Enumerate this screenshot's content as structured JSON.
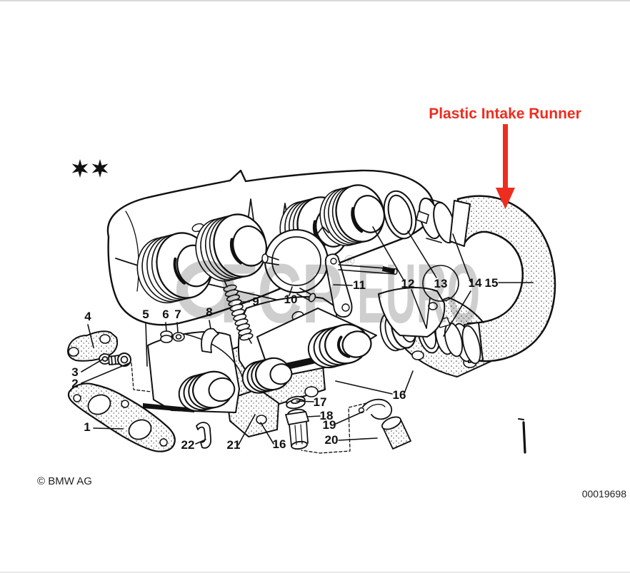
{
  "annotation": {
    "label": "Plastic Intake Runner",
    "color": "#ee2d1f"
  },
  "watermark": {
    "brand_first": "FCP",
    "registered": "®",
    "brand_second": "EURO",
    "color": "#c2c2c2"
  },
  "markers": {
    "quality_stars": 2
  },
  "footer": {
    "copyright": "© BMW AG",
    "diagram_number": "00019698"
  },
  "colors": {
    "line": "#111111",
    "background": "#ffffff"
  },
  "part_labels": [
    {
      "text": "1"
    },
    {
      "text": "2"
    },
    {
      "text": "3"
    },
    {
      "text": "4"
    },
    {
      "text": "5"
    },
    {
      "text": "6"
    },
    {
      "text": "7"
    },
    {
      "text": "8"
    },
    {
      "text": "9"
    },
    {
      "text": "10"
    },
    {
      "text": "11"
    },
    {
      "text": "12"
    },
    {
      "text": "13"
    },
    {
      "text": "14"
    },
    {
      "text": "15"
    },
    {
      "text": "16"
    },
    {
      "text": "16"
    },
    {
      "text": "17"
    },
    {
      "text": "18"
    },
    {
      "text": "19"
    },
    {
      "text": "20"
    },
    {
      "text": "21"
    },
    {
      "text": "22"
    }
  ]
}
